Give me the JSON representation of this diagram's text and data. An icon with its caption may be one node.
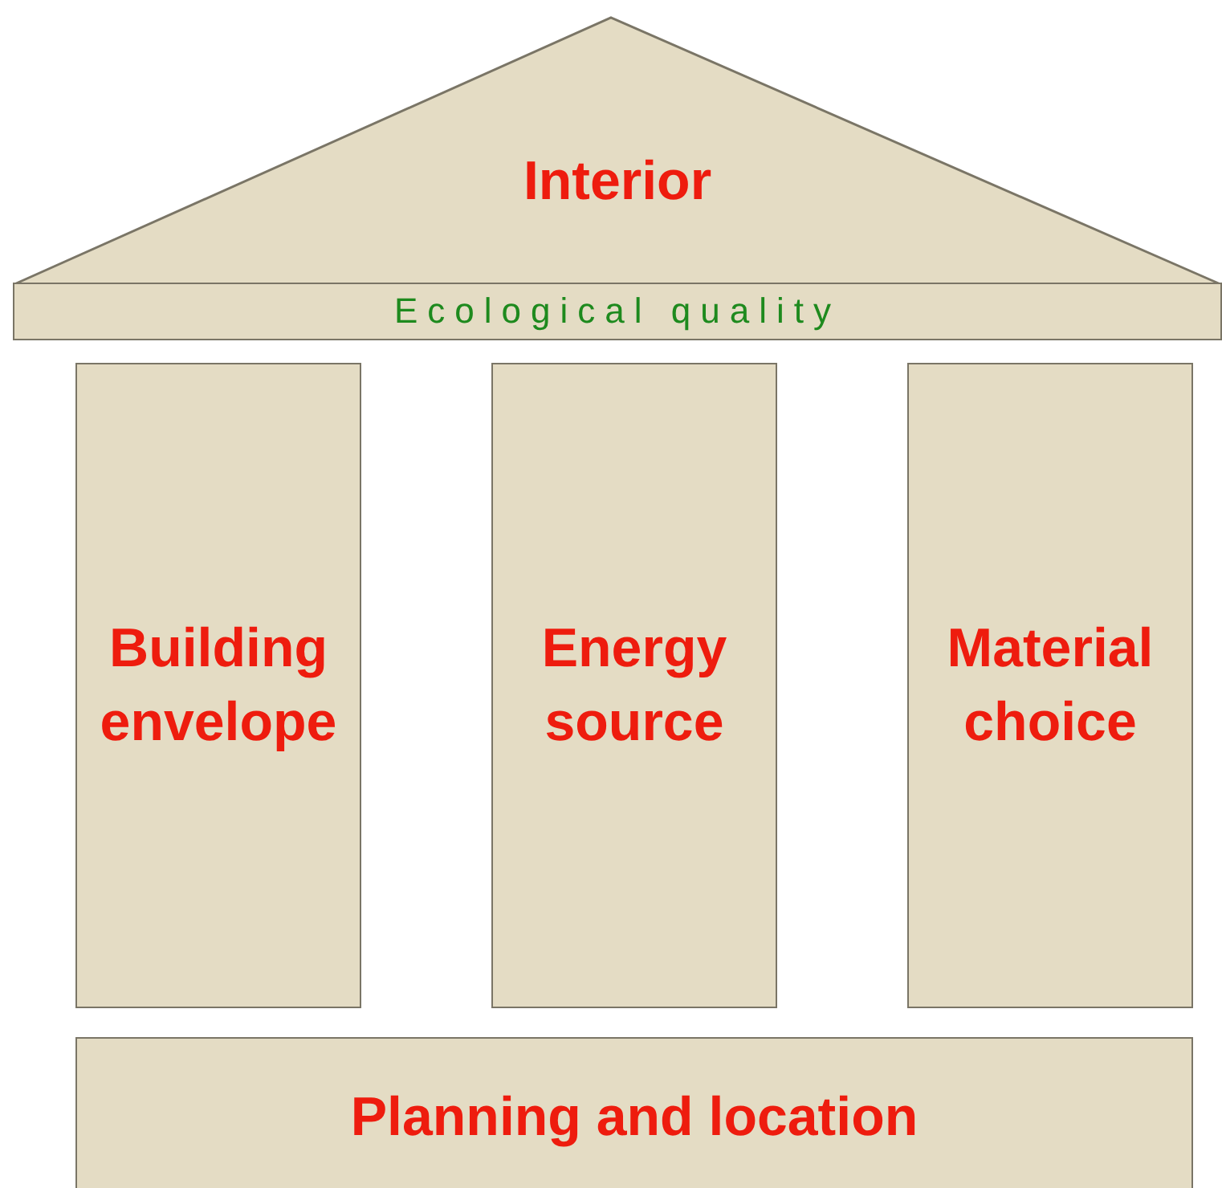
{
  "diagram": {
    "nodes": [
      {
        "text": [
          "Interior"
        ]
      },
      {
        "text": [
          "Ecological quality"
        ]
      },
      {
        "text": [
          "Building envelope"
        ]
      },
      {
        "text": [
          "Energy source"
        ]
      },
      {
        "text": [
          "Material choice"
        ]
      },
      {
        "text": [
          "Planning and location"
        ]
      }
    ],
    "edges": []
  }
}
